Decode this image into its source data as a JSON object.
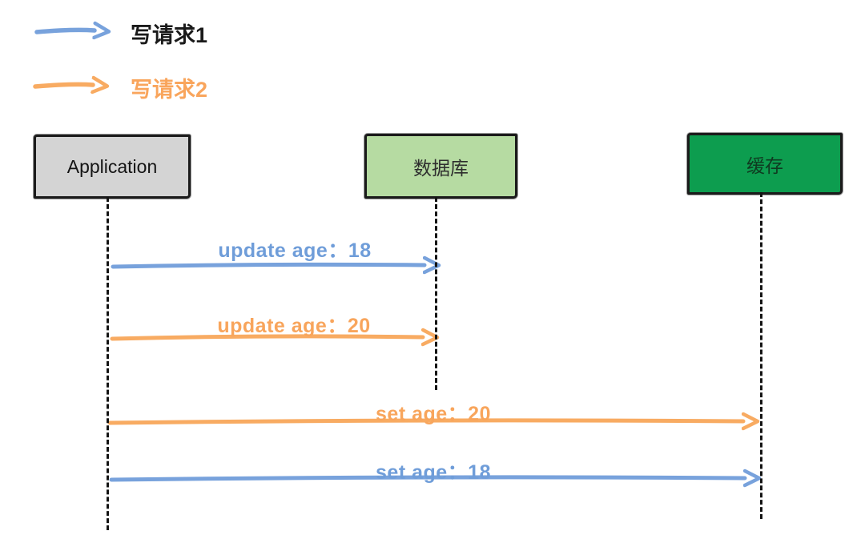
{
  "diagram_type": "sequence-diagram",
  "legend": {
    "items": [
      {
        "name": "write-request-1",
        "label": "写请求1",
        "arrow_color": "#78a2dc",
        "label_color": "#1a1a1a"
      },
      {
        "name": "write-request-2",
        "label": "写请求2",
        "arrow_color": "#f8ab62",
        "label_color": "#f9a55c"
      }
    ]
  },
  "actors": [
    {
      "id": "application",
      "label": "Application",
      "fill": "#d4d4d4",
      "text_color": "#141414"
    },
    {
      "id": "database",
      "label": "数据库",
      "fill": "#b6dba2",
      "text_color": "#2e2e2e"
    },
    {
      "id": "cache",
      "label": "缓存",
      "fill": "#0d9d4f",
      "text_color": "#0f3a20"
    }
  ],
  "messages": [
    {
      "seq": 1,
      "label": "update age：18",
      "from": "application",
      "to": "database",
      "request": "写请求1",
      "color": "#78a2dc"
    },
    {
      "seq": 2,
      "label": "update age：20",
      "from": "application",
      "to": "database",
      "request": "写请求2",
      "color": "#f8ab62"
    },
    {
      "seq": 3,
      "label": "set age：20",
      "from": "application",
      "to": "cache",
      "request": "写请求2",
      "color": "#f8ab62"
    },
    {
      "seq": 4,
      "label": "set age：18",
      "from": "application",
      "to": "cache",
      "request": "写请求1",
      "color": "#78a2dc"
    }
  ],
  "palette": {
    "blue": "#78a2dc",
    "orange": "#f8ab62",
    "line_black": "#141414",
    "app_fill": "#d4d4d4",
    "db_fill": "#b6dba2",
    "cache_fill": "#0d9d4f"
  }
}
